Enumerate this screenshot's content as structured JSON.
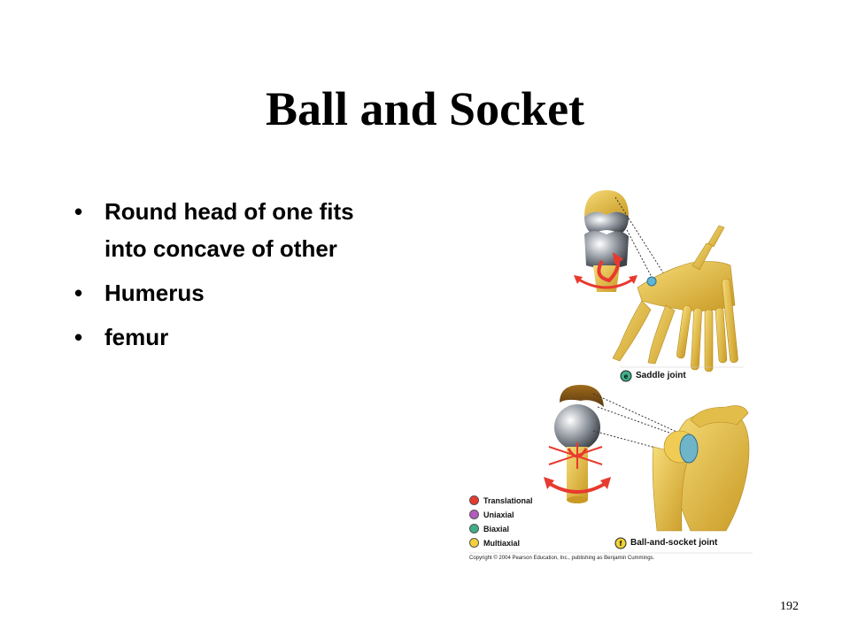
{
  "slide": {
    "title": "Ball and Socket",
    "bullets": [
      "Round head of one fits into concave of other",
      "Humerus",
      "femur"
    ],
    "page_number": "192"
  },
  "figure": {
    "saddle_label": "Saddle joint",
    "saddle_badge": "e",
    "ball_socket_label": "Ball-and-socket joint",
    "ball_socket_badge": "f",
    "legend": [
      {
        "label": "Translational",
        "color": "#e8392f"
      },
      {
        "label": "Uniaxial",
        "color": "#b45cc0"
      },
      {
        "label": "Biaxial",
        "color": "#3fae8b"
      },
      {
        "label": "Multiaxial",
        "color": "#f2d23a"
      }
    ],
    "copyright": "Copyright © 2004 Pearson Education, Inc., publishing as Benjamin Cummings."
  }
}
